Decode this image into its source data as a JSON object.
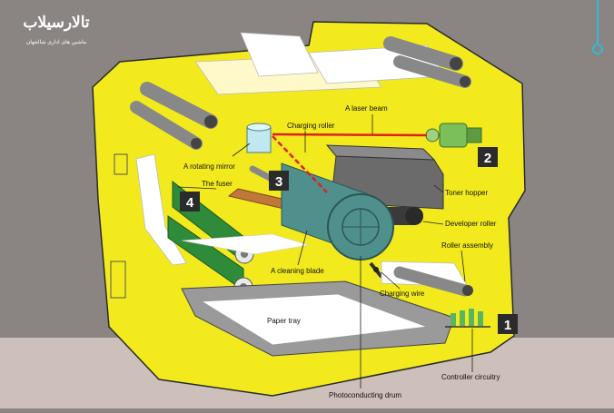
{
  "brand": {
    "logo_text": "تالارسیلاب",
    "tagline": "ماشین های اداری شالجهان"
  },
  "labels": {
    "charging_roller": "Charging roller",
    "laser_beam": "A laser beam",
    "rotating_mirror": "A rotating mirror",
    "fuser": "The fuser",
    "toner_hopper": "Toner hopper",
    "developer_roller": "Developer roller",
    "roller_assembly": "Roller assembly",
    "cleaning_blade": "A cleaning blade",
    "charging_wire": "Charging wire",
    "paper_tray": "Paper tray",
    "controller_circuitry": "Controller circuitry",
    "photoconducting_drum": "Photoconducting drum"
  },
  "steps": {
    "s1": "1",
    "s2": "2",
    "s3": "3",
    "s4": "4"
  },
  "colors": {
    "background": "#8a8582",
    "floor": "#cdbfba",
    "body": "#f2ea1d",
    "fuser": "#2e8b3a",
    "drum": "#4f8f8c",
    "laser": "#e02020"
  }
}
